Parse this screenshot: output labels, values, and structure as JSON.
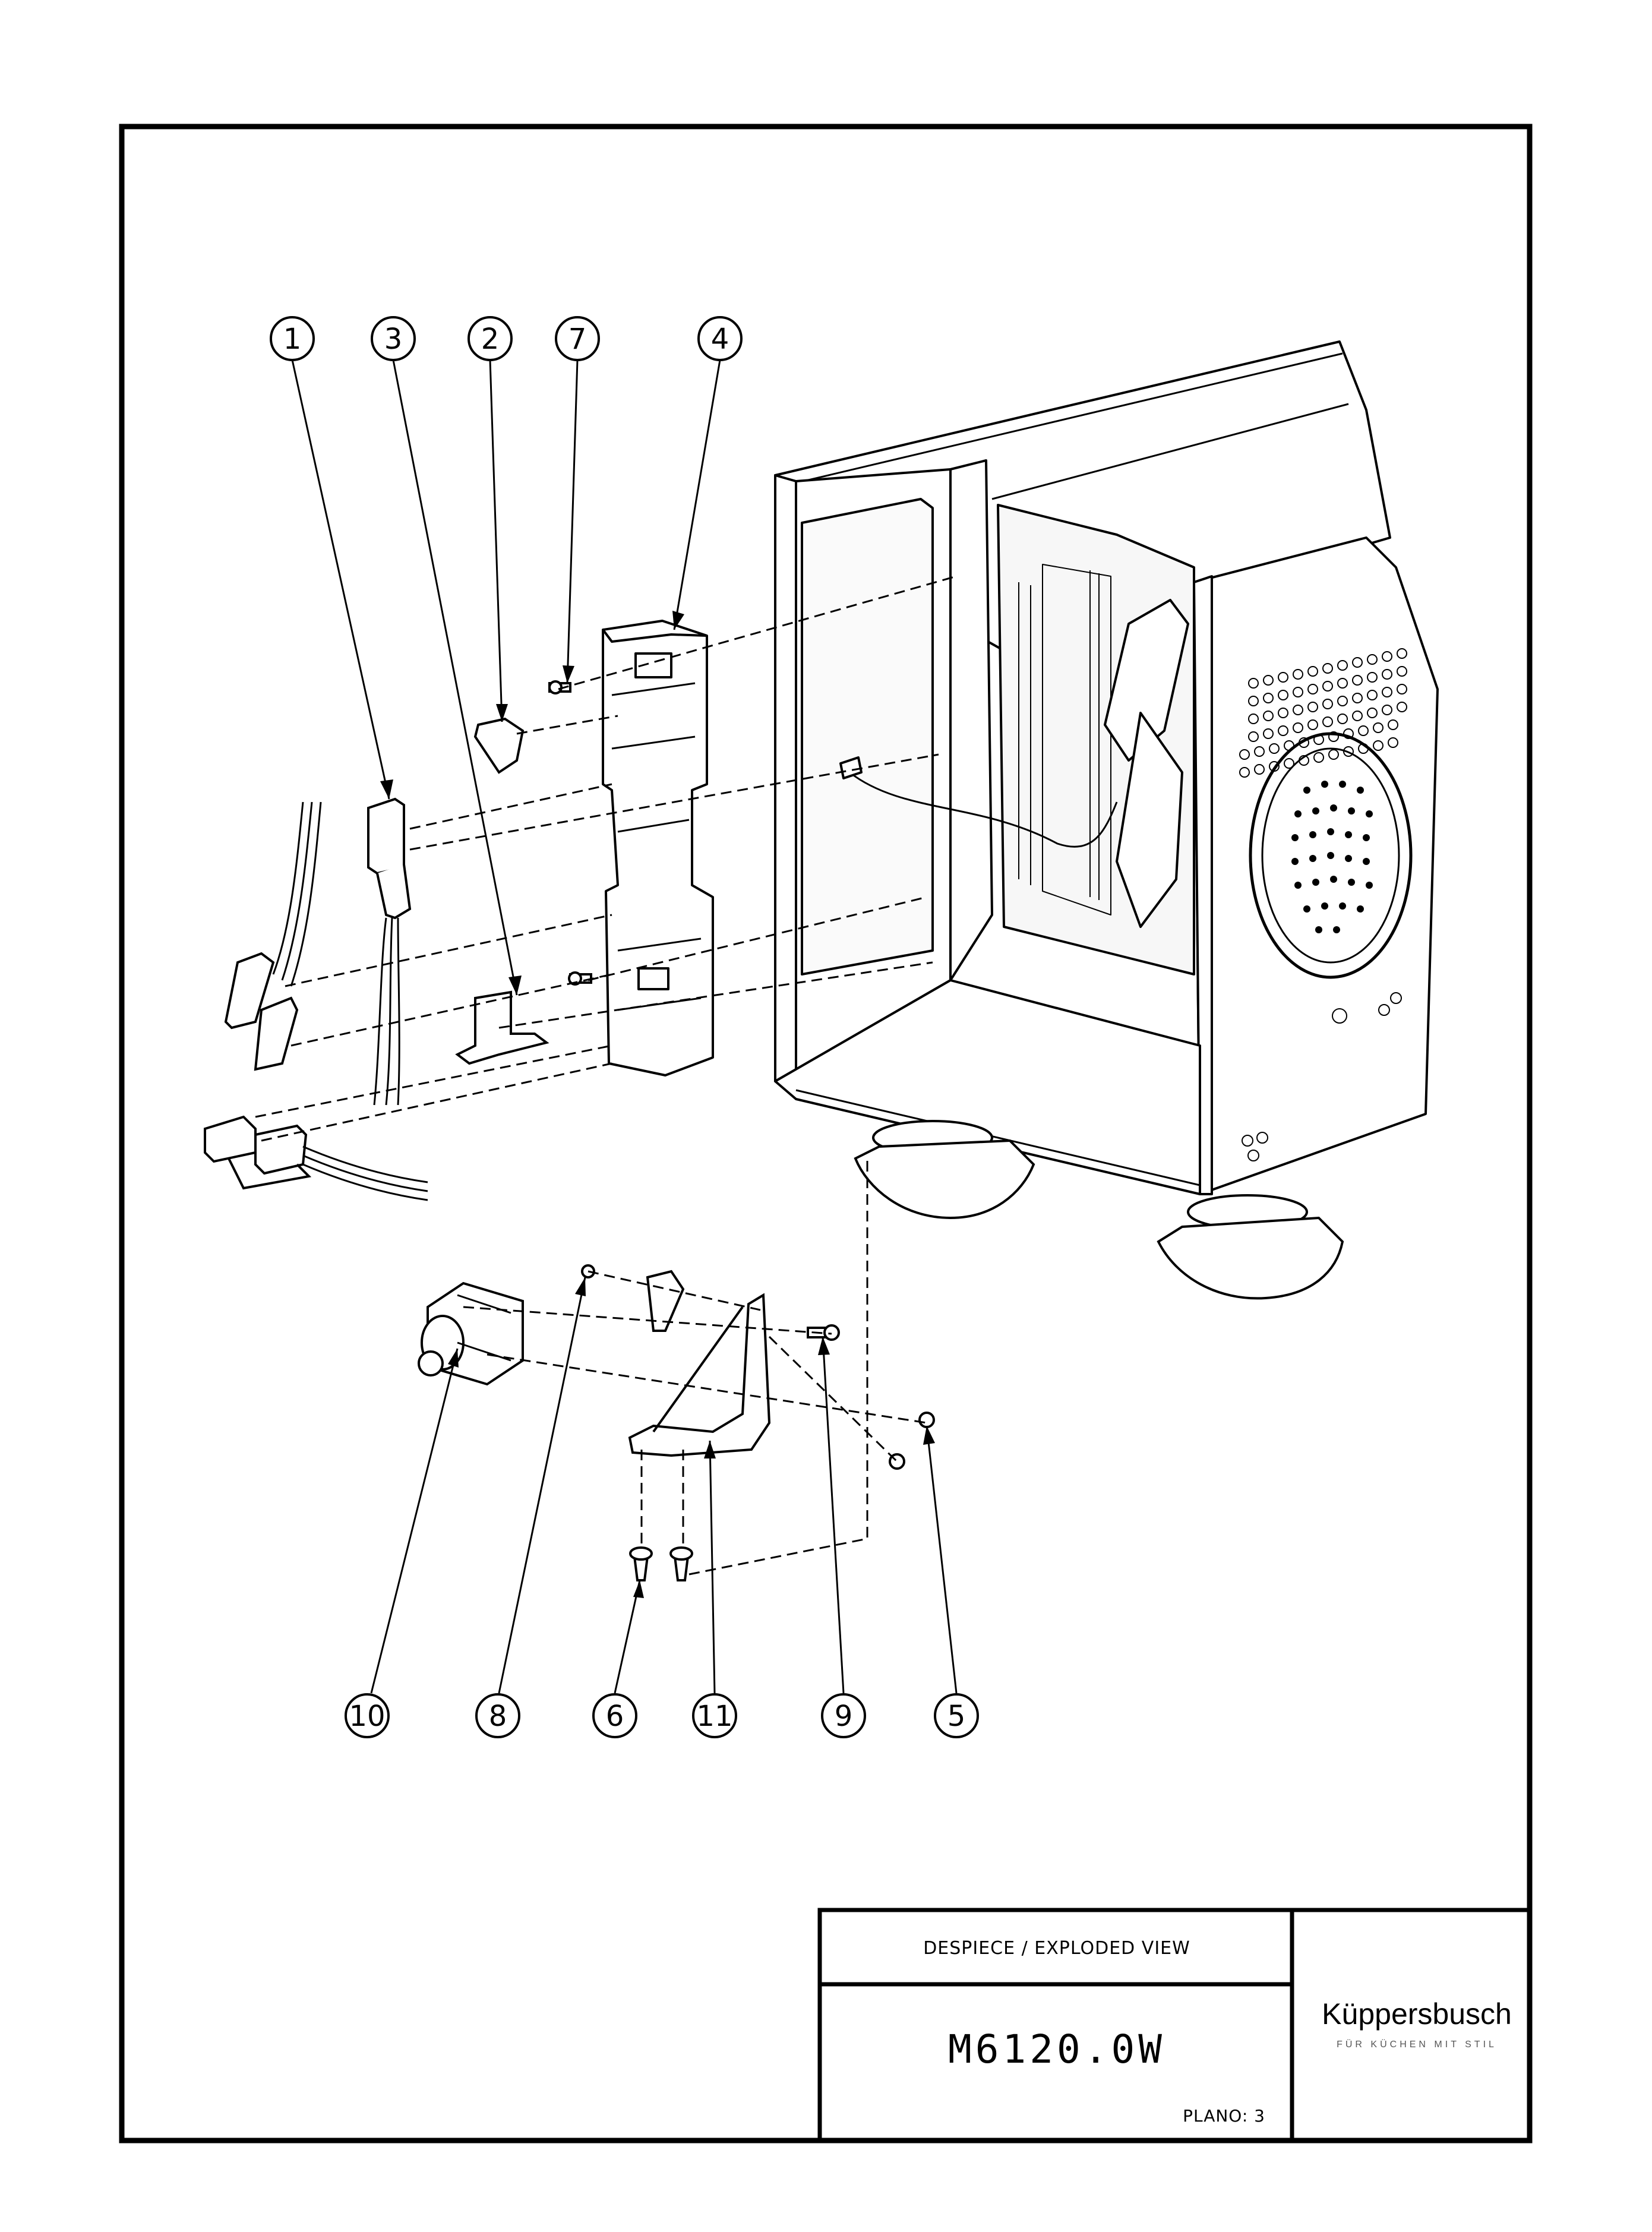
{
  "callouts": [
    {
      "id": "callout-1",
      "label": "1"
    },
    {
      "id": "callout-3",
      "label": "3"
    },
    {
      "id": "callout-2",
      "label": "2"
    },
    {
      "id": "callout-7",
      "label": "7"
    },
    {
      "id": "callout-4",
      "label": "4"
    },
    {
      "id": "callout-10",
      "label": "10"
    },
    {
      "id": "callout-8",
      "label": "8"
    },
    {
      "id": "callout-6",
      "label": "6"
    },
    {
      "id": "callout-11",
      "label": "11"
    },
    {
      "id": "callout-9",
      "label": "9"
    },
    {
      "id": "callout-5",
      "label": "5"
    }
  ],
  "title_block": {
    "title": "DESPIECE / EXPLODED VIEW",
    "model": "M6120.0W",
    "plano": "PLANO:  3"
  },
  "brand": {
    "name": "Küppersbusch",
    "tagline": "FÜR KÜCHEN MIT STIL"
  },
  "colors": {
    "line": "#000000",
    "paper": "#ffffff",
    "tagline": "#555555"
  }
}
